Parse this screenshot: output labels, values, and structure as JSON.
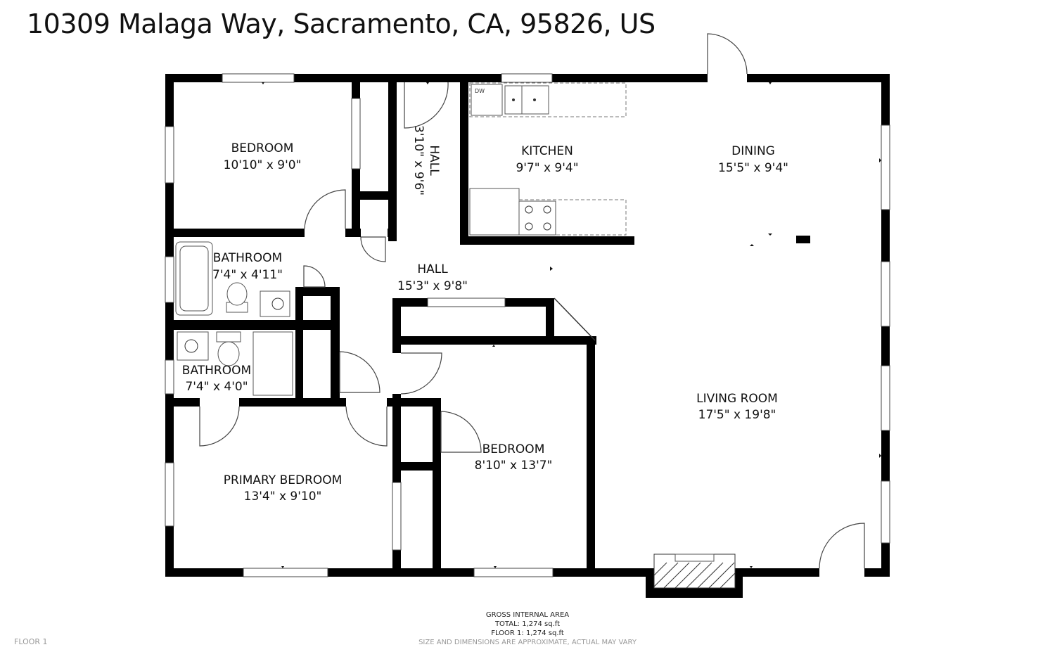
{
  "header": {
    "address": "10309 Malaga Way, Sacramento, CA, 95826, US"
  },
  "rooms": [
    {
      "id": "bedroom-1",
      "name": "BEDROOM",
      "dims": "10'10\" x 9'0\""
    },
    {
      "id": "hall-small",
      "name": "HALL",
      "dims": "3'10\" x 9'6\""
    },
    {
      "id": "kitchen",
      "name": "KITCHEN",
      "dims": "9'7\" x 9'4\""
    },
    {
      "id": "dining",
      "name": "DINING",
      "dims": "15'5\" x 9'4\""
    },
    {
      "id": "bathroom-1",
      "name": "BATHROOM",
      "dims": "7'4\" x 4'11\""
    },
    {
      "id": "hall-main",
      "name": "HALL",
      "dims": "15'3\" x 9'8\""
    },
    {
      "id": "bathroom-2",
      "name": "BATHROOM",
      "dims": "7'4\" x 4'0\""
    },
    {
      "id": "living-room",
      "name": "LIVING ROOM",
      "dims": "17'5\" x 19'8\""
    },
    {
      "id": "bedroom-2",
      "name": "BEDROOM",
      "dims": "8'10\" x 13'7\""
    },
    {
      "id": "primary-bedroom",
      "name": "PRIMARY BEDROOM",
      "dims": "13'4\" x 9'10\""
    }
  ],
  "appliances": {
    "dishwasher": "DW"
  },
  "footer": {
    "gross_label": "GROSS INTERNAL AREA",
    "total": "TOTAL: 1,274 sq.ft",
    "floor_area": "FLOOR 1: 1,274 sq.ft",
    "disclaimer": "SIZE AND DIMENSIONS ARE APPROXIMATE, ACTUAL MAY VARY",
    "floor_label": "FLOOR 1"
  }
}
